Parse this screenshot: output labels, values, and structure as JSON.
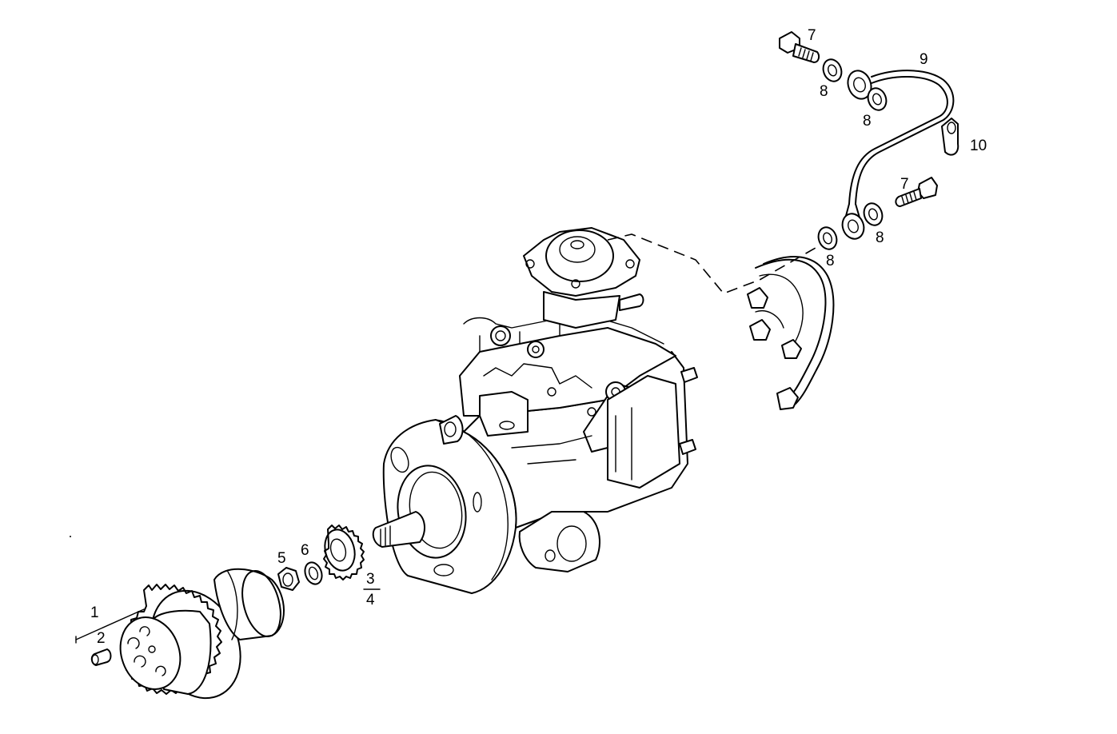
{
  "labels": {
    "l1": "1",
    "l2": "2",
    "l3": "3",
    "l4": "4",
    "l5": "5",
    "l6": "6",
    "l7a": "7",
    "l7b": "7",
    "l8a": "8",
    "l8b": "8",
    "l8c": "8",
    "l8d": "8",
    "l9": "9",
    "l10": "10"
  }
}
